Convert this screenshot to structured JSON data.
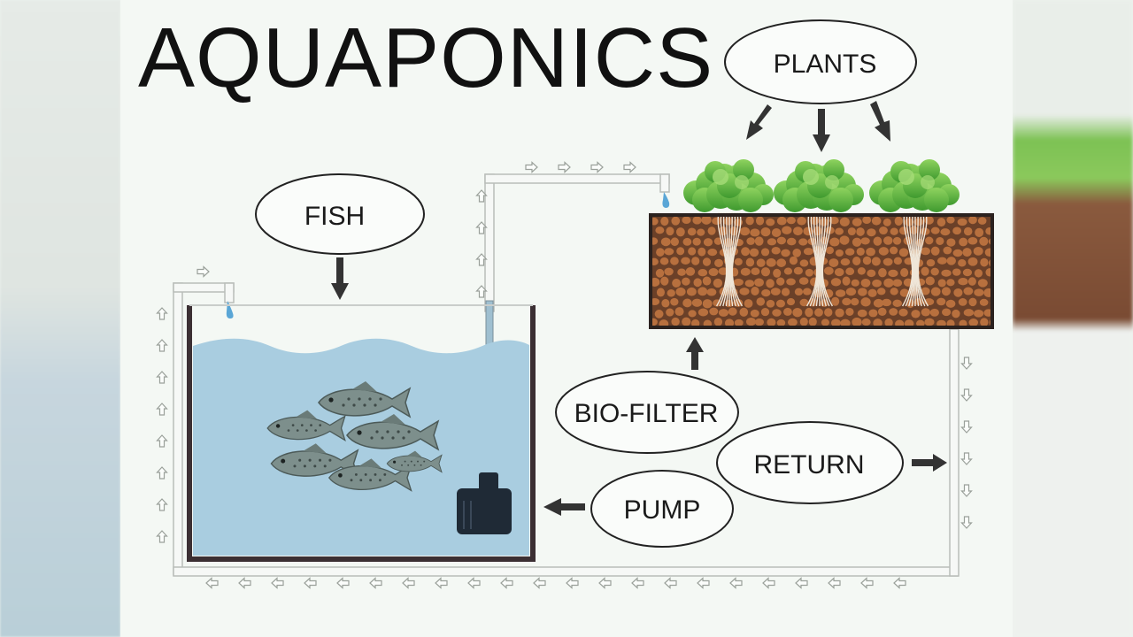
{
  "title": "AQUAPONICS",
  "labels": {
    "plants": "PLANTS",
    "fish": "FISH",
    "bio_filter": "BIO-FILTER",
    "return": "RETURN",
    "pump": "PUMP"
  },
  "colors": {
    "water": "#a9cde0",
    "tank_border": "#3b2f33",
    "soil": "#6b4028",
    "pebble": "#b8703e",
    "leaf": "#6fc24a",
    "pump": "#1f2a36",
    "pipe": "#d8dcd8"
  }
}
